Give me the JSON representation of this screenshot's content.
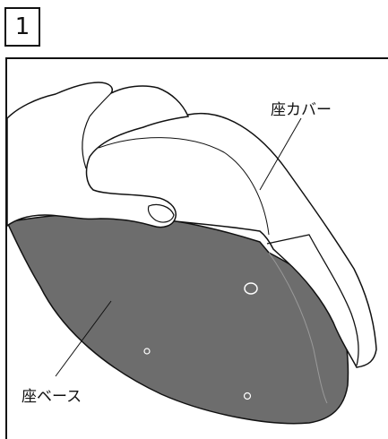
{
  "step": {
    "number": "1"
  },
  "labels": {
    "seat_cover": "座カバー",
    "seat_base": "座ベース"
  },
  "colors": {
    "seat_base_fill": "#6d6d6d",
    "outline": "#111111",
    "background": "#ffffff"
  }
}
